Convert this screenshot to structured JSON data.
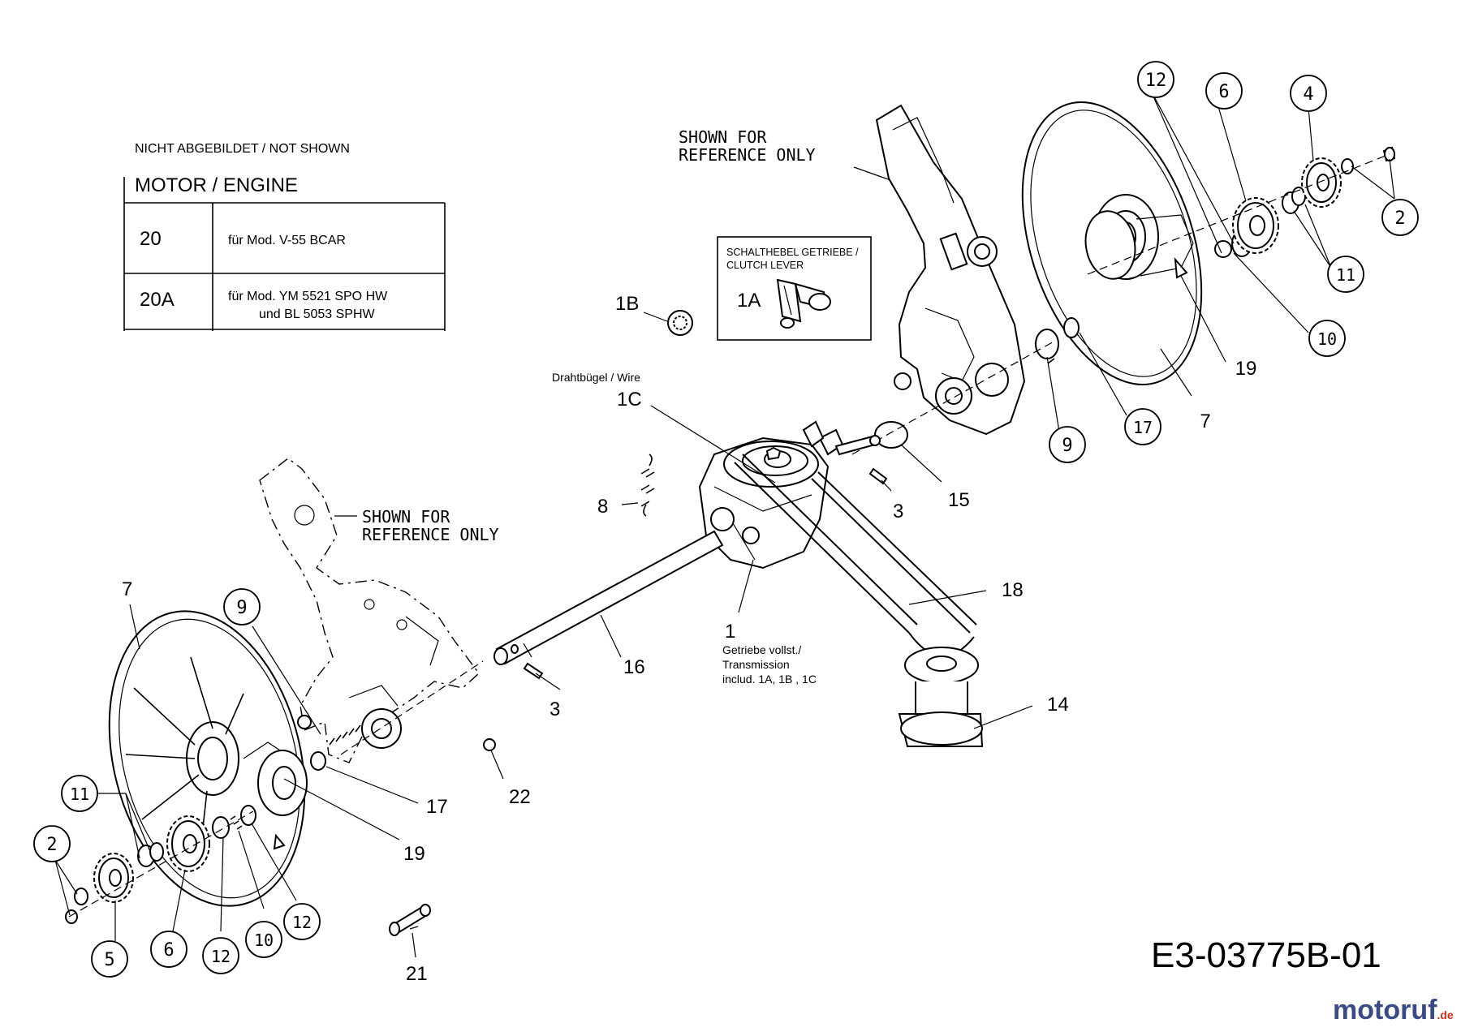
{
  "not_shown": "NICHT ABGEBILDET / NOT SHOWN",
  "engine_table": {
    "header": "MOTOR / ENGINE",
    "rows": [
      {
        "part": "20",
        "desc": [
          "für Mod.  V-55 BCAR"
        ]
      },
      {
        "part": "20A",
        "desc": [
          "für Mod.  YM 5521 SPO HW",
          "und  BL 5053 SPHW"
        ]
      }
    ]
  },
  "reference_note": [
    "SHOWN FOR",
    "REFERENCE ONLY"
  ],
  "clutch_box": {
    "title": [
      "SCHALTHEBEL GETRIEBE /",
      "CLUTCH LEVER"
    ],
    "part": "1A"
  },
  "wire_label": "Drahtbügel / Wire",
  "transmission_note": [
    "Getriebe vollst./",
    "Transmission",
    "includ. 1A, 1B , 1C"
  ],
  "drawing_number": "E3-03775B-01",
  "watermark": {
    "brand": "motoruf",
    "tld": ".de"
  },
  "circled_callouts": [
    "12",
    "6",
    "4",
    "2",
    "11",
    "10",
    "19",
    "7",
    "17",
    "9",
    "9",
    "11",
    "2",
    "5",
    "6",
    "12",
    "10",
    "12"
  ],
  "plain_callouts": [
    "1B",
    "1C",
    "8",
    "3",
    "15",
    "18",
    "1",
    "16",
    "3",
    "14",
    "7",
    "17",
    "22",
    "19",
    "21"
  ]
}
